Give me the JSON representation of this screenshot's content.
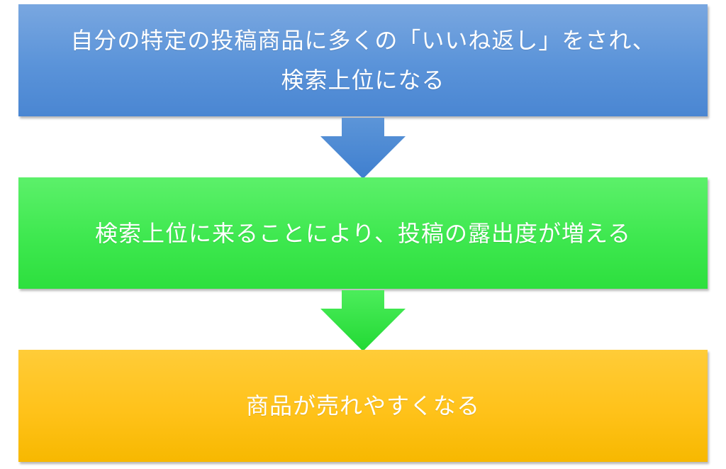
{
  "flow": {
    "steps": [
      {
        "line1": "自分の特定の投稿商品に多くの「いいね返し」をされ、",
        "line2": "検索上位になる",
        "color": "#5a93d9"
      },
      {
        "line1": "検索上位に来ることにより、投稿の露出度が増える",
        "color": "#3ee84f"
      },
      {
        "line1": "商品が売れやすくなる",
        "color": "#ffc21a"
      }
    ],
    "arrows": [
      {
        "icon": "arrow-down-icon",
        "color": "#4a86d2"
      },
      {
        "icon": "arrow-down-icon",
        "color": "#2ddf3e"
      }
    ]
  }
}
